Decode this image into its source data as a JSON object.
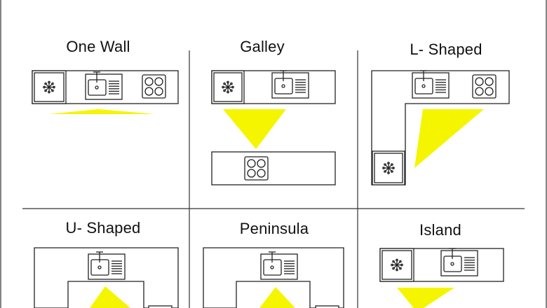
{
  "diagram": {
    "panels": [
      {
        "id": "one-wall",
        "title": "One Wall"
      },
      {
        "id": "galley",
        "title": "Galley"
      },
      {
        "id": "l-shaped",
        "title": "L- Shaped"
      },
      {
        "id": "u-shaped",
        "title": "U- Shaped"
      },
      {
        "id": "peninsula",
        "title": "Peninsula"
      },
      {
        "id": "island",
        "title": "Island"
      }
    ],
    "colors": {
      "work_triangle": "#f5f500",
      "outline": "#222222",
      "background": "#ffffff",
      "frame": "#444444"
    },
    "icons": [
      "refrigerator-icon",
      "sink-icon",
      "cooktop-icon"
    ]
  }
}
